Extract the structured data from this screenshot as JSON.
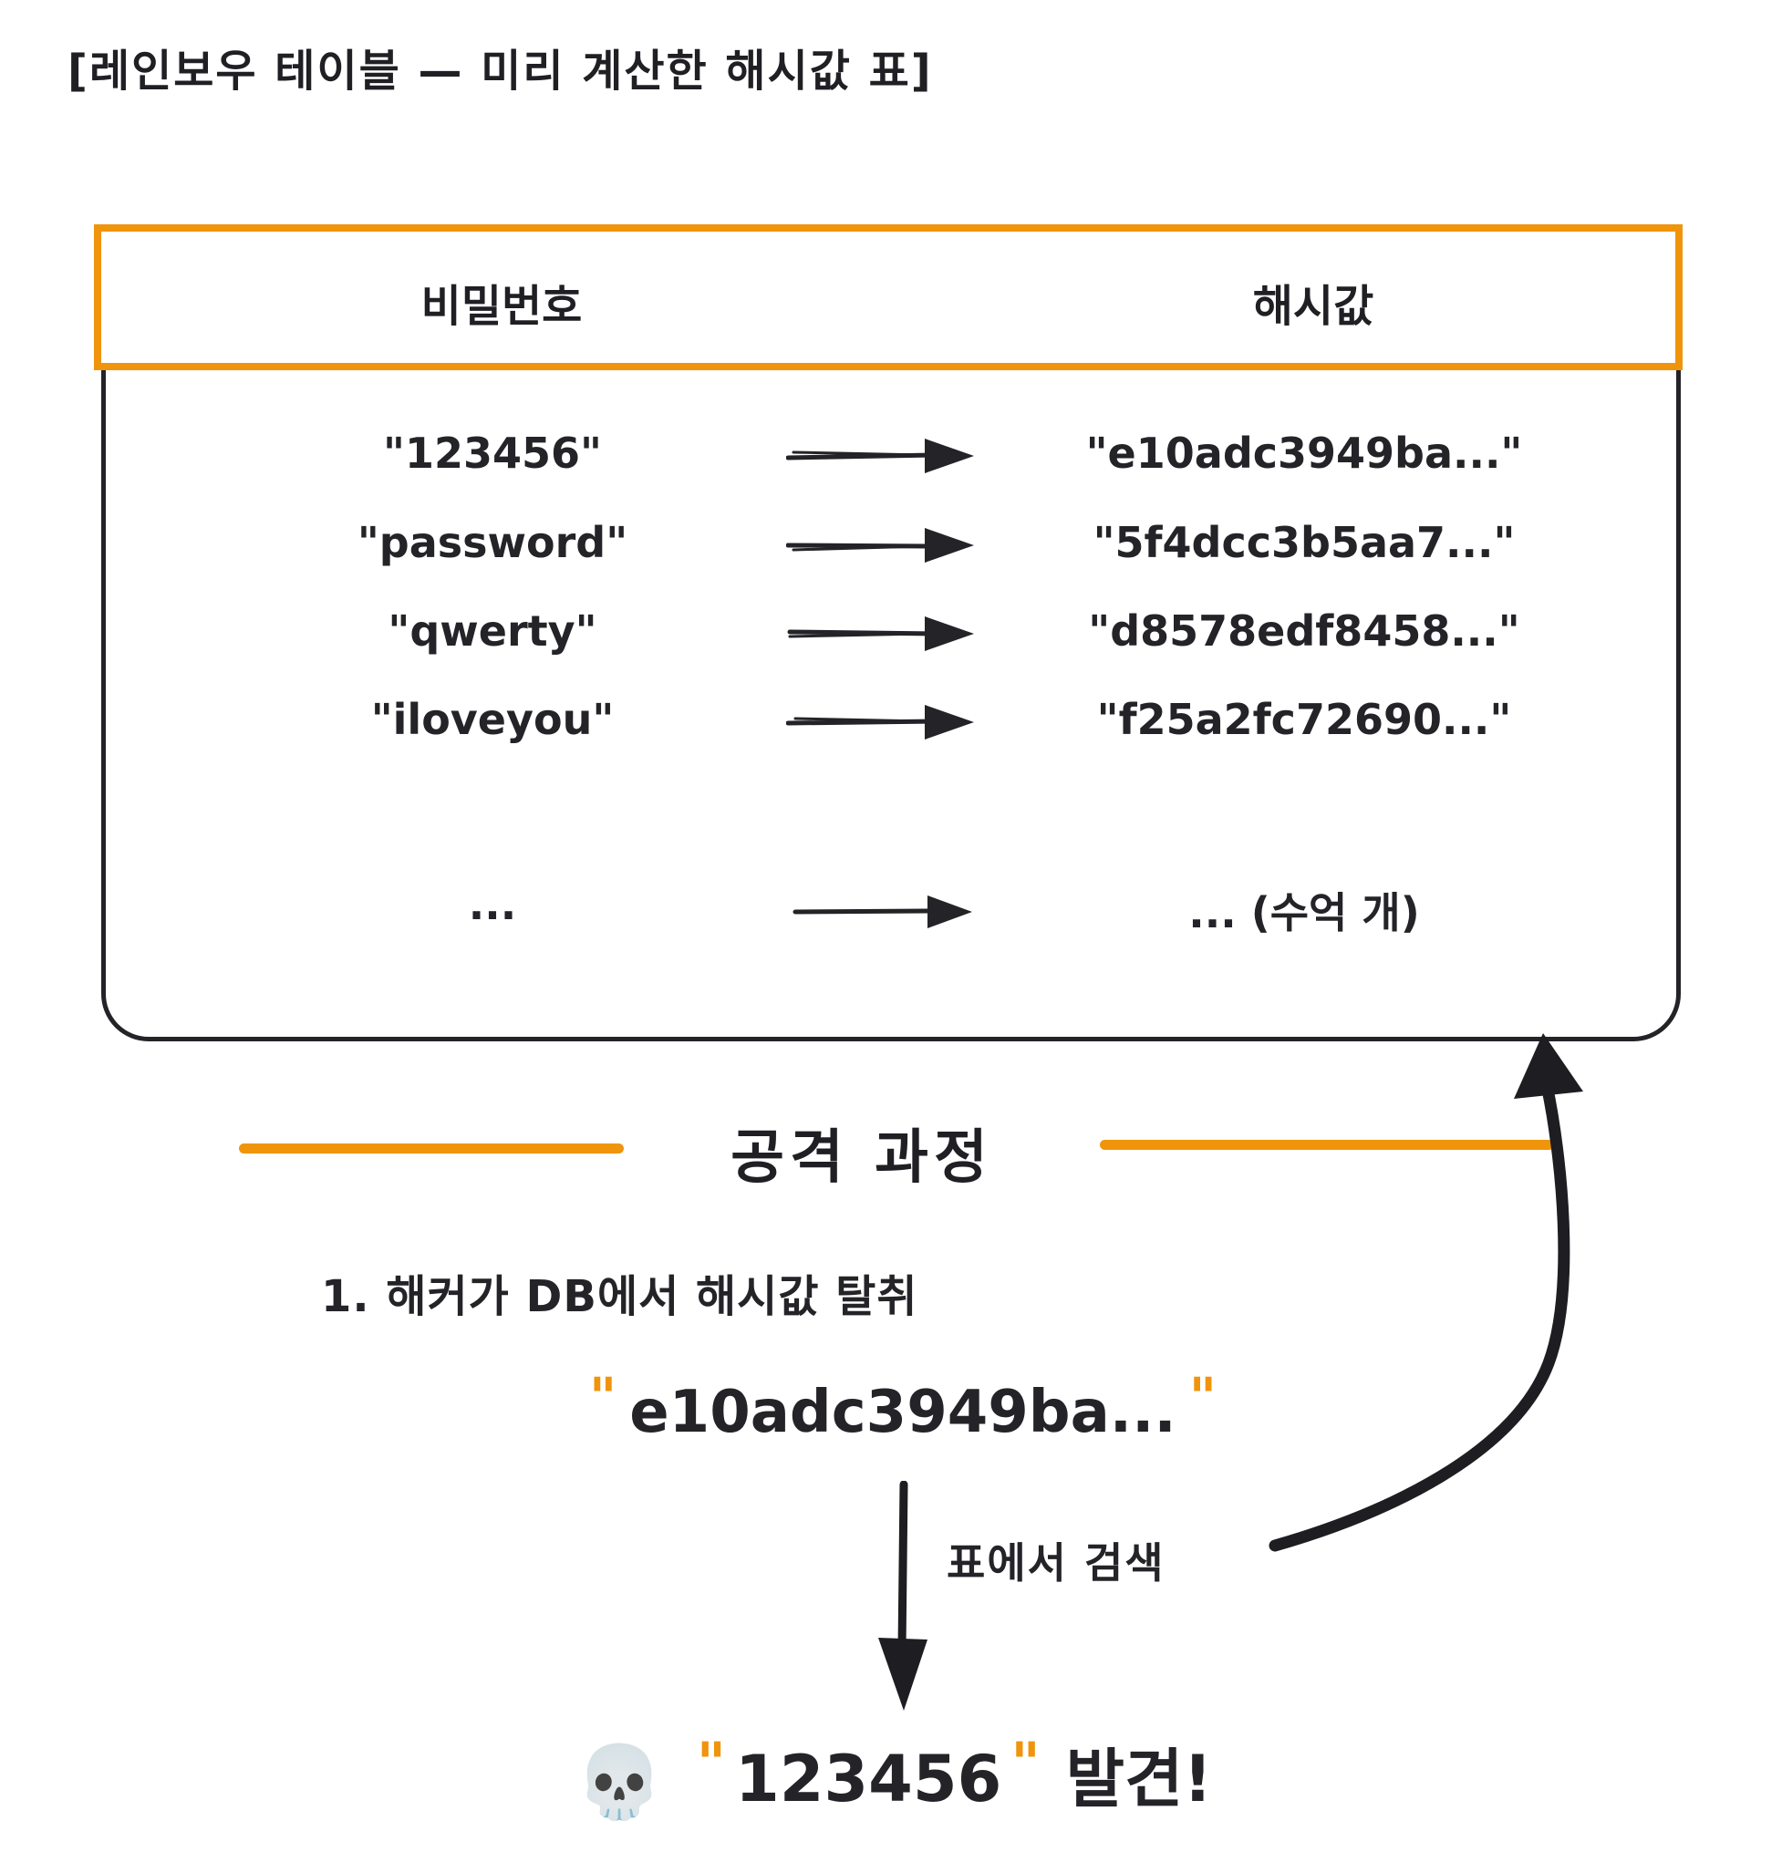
{
  "title": "[레인보우 테이블 — 미리 계산한 해시값 표]",
  "table": {
    "headers": {
      "password": "비밀번호",
      "hash": "해시값"
    },
    "rows": [
      {
        "password": "\"123456\"",
        "hash": "\"e10adc3949ba...\""
      },
      {
        "password": "\"password\"",
        "hash": "\"5f4dcc3b5aa7...\""
      },
      {
        "password": "\"qwerty\"",
        "hash": "\"d8578edf8458...\""
      },
      {
        "password": "\"iloveyou\"",
        "hash": "\"f25a2fc72690...\""
      },
      {
        "password": "...",
        "hash": "... (수억 개)"
      }
    ]
  },
  "attack": {
    "section_title": "공격 과정",
    "step1": "1. 해커가 DB에서 해시값 탈취",
    "quote_char": "\"",
    "stolen_hash": "e10adc3949ba...",
    "search_label": "표에서 검색",
    "result": {
      "emoji": "💀",
      "found_password": "123456",
      "suffix": "발견!"
    }
  },
  "colors": {
    "accent_orange": "#F0940C",
    "ink": "#232328",
    "background": "#FFFFFF"
  }
}
